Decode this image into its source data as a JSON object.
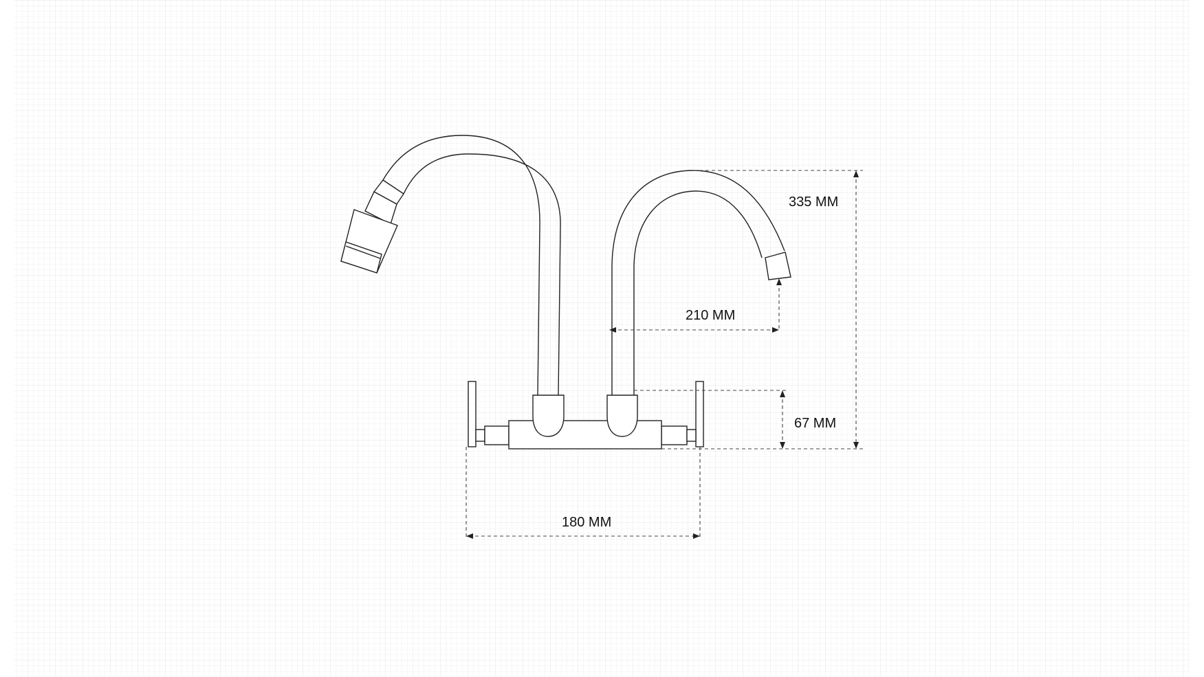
{
  "drawing": {
    "subject": "wall-mounted dual-spout sink faucet",
    "background": "light grid",
    "colors": {
      "paper": "#ffffff",
      "grid": "#e9e9e9",
      "line": "#222222"
    }
  },
  "dimensions": {
    "overall_height": "335 MM",
    "spout_reach": "210 MM",
    "body_height": "67 MM",
    "center_width": "180 MM"
  }
}
